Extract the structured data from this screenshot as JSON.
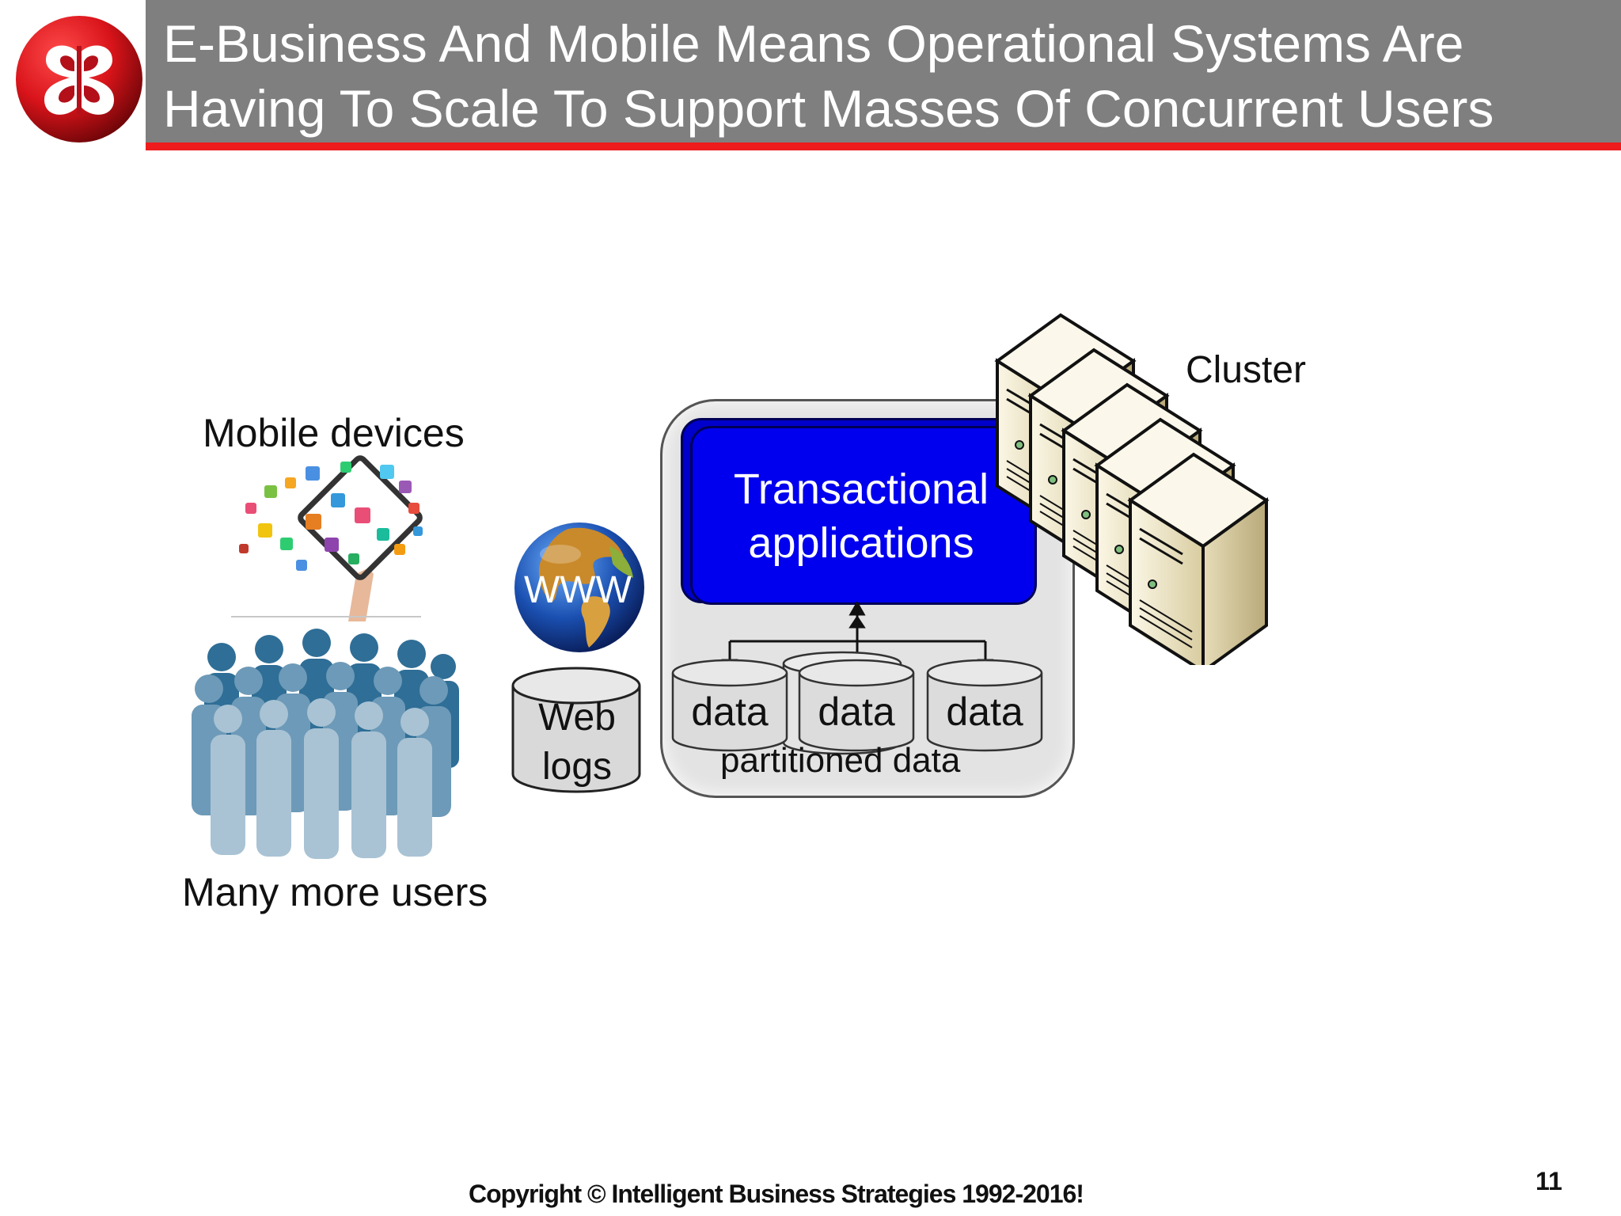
{
  "header": {
    "title_line1": "E-Business And Mobile Means Operational Systems Are",
    "title_line2": "Having To Scale To Support Masses Of Concurrent Users"
  },
  "diagram": {
    "mobile_label": "Mobile devices",
    "users_label": "Many more users",
    "globe_label": "WWW",
    "weblogs_line1": "Web",
    "weblogs_line2": "logs",
    "app_label_line1": "Transactional",
    "app_label_line2": "applications",
    "data_labels": [
      "data",
      "data",
      "data"
    ],
    "partitioned_label": "partitioned data",
    "cluster_label": "Cluster"
  },
  "footer": {
    "copyright": "Copyright © Intelligent Business Strategies 1992-2016!",
    "page_number": "11"
  },
  "colors": {
    "header_bar": "#7f7f7f",
    "header_accent": "#ee1c1c",
    "app_box": "#0000ee",
    "globe": "#1a4fb0",
    "logo_red": "#d8141a"
  }
}
